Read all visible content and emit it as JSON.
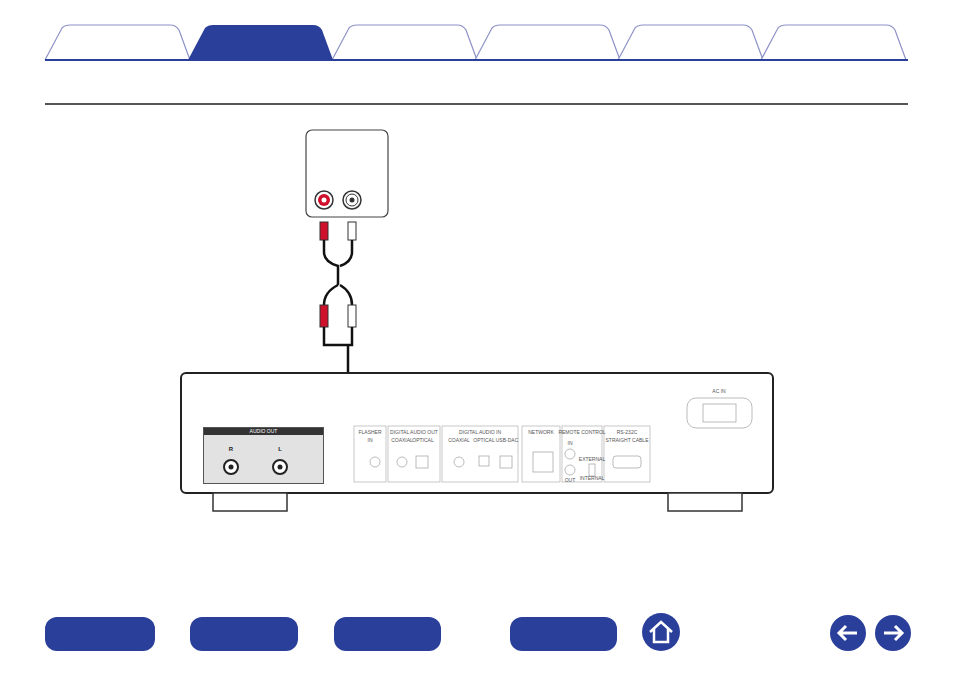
{
  "diagram": {
    "nodes": [
      {
        "text": [
          "AUDIO OUT"
        ]
      }
    ],
    "labels": [
      "R",
      "L",
      "FLASHER",
      "IN",
      "DIGITAL AUDIO OUT",
      "COAXIAL",
      "OPTICAL",
      "DIGITAL AUDIO IN",
      "COAXIAL",
      "OPTICAL",
      "USB-DAC",
      "NETWORK",
      "REMOTE CONTROL",
      "IN",
      "OUT",
      "EXTERNAL",
      "INTERNAL",
      "RS-232C",
      "STRAIGHT CABLE",
      "AC IN"
    ]
  }
}
